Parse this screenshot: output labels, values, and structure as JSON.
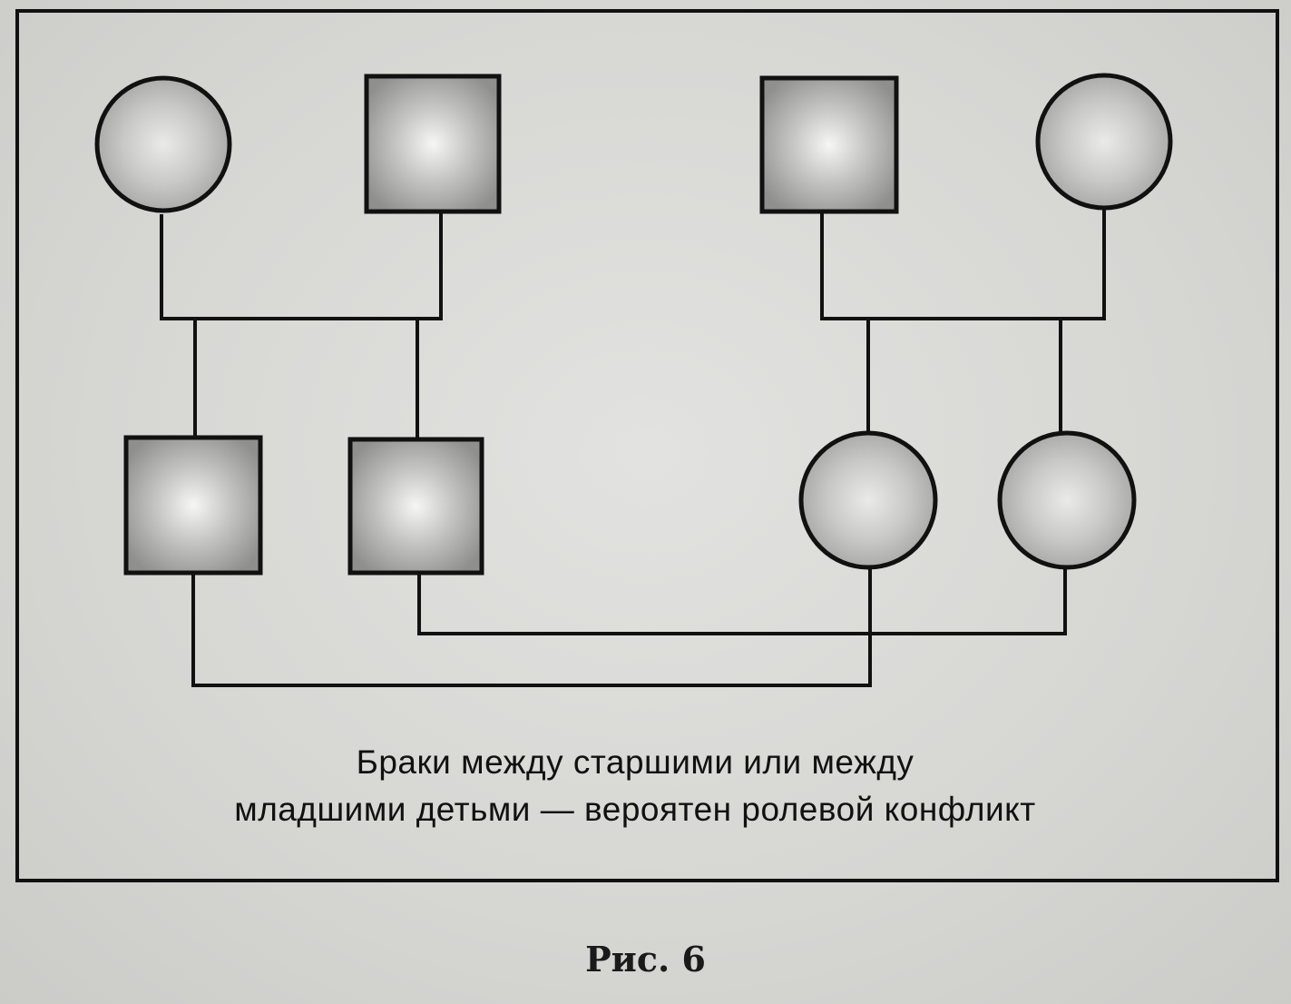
{
  "diagram": {
    "caption_line_1": "Браки между старшими или между",
    "caption_line_2": "младшими детьми — вероятен ролевой конфликт"
  },
  "figure_label": "Рис. 6",
  "colors": {
    "background": "#d8d8d6",
    "stroke": "#111111",
    "node_fill_center": "#f4f4f2",
    "node_fill_edge": "#9c9c9a"
  }
}
